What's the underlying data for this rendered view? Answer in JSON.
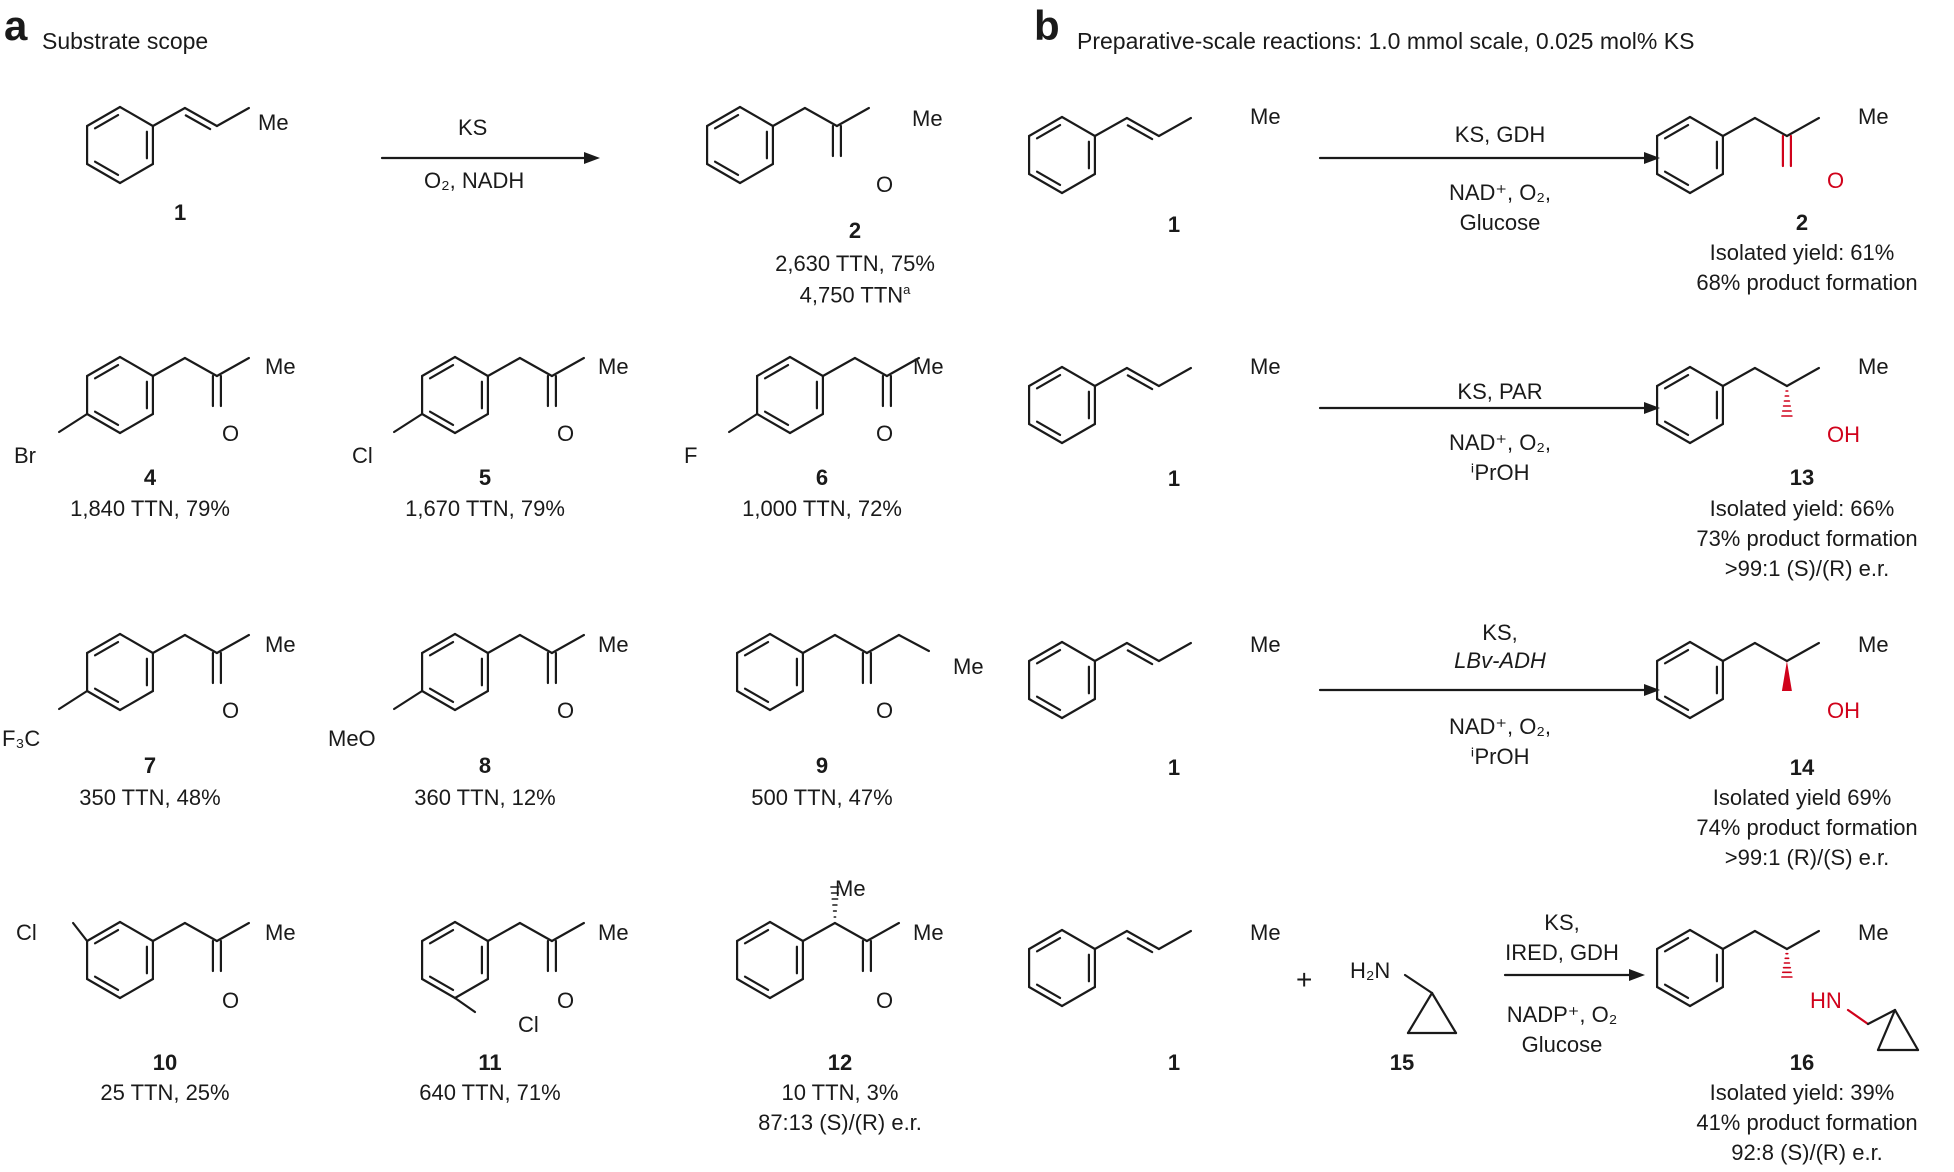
{
  "panels": {
    "a": {
      "letter": "a",
      "title": "Substrate scope"
    },
    "b": {
      "letter": "b",
      "title": "Preparative-scale reactions: 1.0 mmol scale, 0.025 mol% KS"
    }
  },
  "atoms": {
    "me": "Me",
    "o": "O",
    "oh": "OH",
    "hn": "HN",
    "h2n": "H₂N",
    "br": "Br",
    "cl": "Cl",
    "f": "F",
    "cf3": "F₃C",
    "meo": "MeO"
  },
  "scope": {
    "reaction": {
      "above": "KS",
      "below": "O₂, NADH",
      "substrate": "1",
      "product": "2"
    },
    "product2_lines": [
      "2,630 TTN, 75%",
      "4,750 TTN"
    ],
    "product2_note": "a",
    "compounds": [
      {
        "id": "4",
        "result": "1,840 TTN, 79%"
      },
      {
        "id": "5",
        "result": "1,670 TTN, 79%"
      },
      {
        "id": "6",
        "result": "1,000 TTN, 72%"
      },
      {
        "id": "7",
        "result": "350 TTN, 48%"
      },
      {
        "id": "8",
        "result": "360 TTN, 12%"
      },
      {
        "id": "9",
        "result": "500 TTN, 47%"
      },
      {
        "id": "10",
        "result": "25 TTN, 25%"
      },
      {
        "id": "11",
        "result": "640 TTN, 71%"
      },
      {
        "id": "12",
        "result": "10 TTN, 3%",
        "er": "87:13 (S)/(R) e.r."
      }
    ]
  },
  "prep": [
    {
      "substrate": "1",
      "above": [
        "KS, GDH"
      ],
      "below": [
        "NAD⁺, O₂,",
        "Glucose"
      ],
      "product": "2",
      "results": [
        "Isolated yield: 61%",
        "68% product formation"
      ]
    },
    {
      "substrate": "1",
      "above": [
        "KS, PAR"
      ],
      "below": [
        "NAD⁺, O₂,",
        "ⁱPrOH"
      ],
      "product": "13",
      "results": [
        "Isolated yield: 66%",
        "73% product formation",
        ">99:1 (S)/(R) e.r."
      ]
    },
    {
      "substrate": "1",
      "above": [
        "KS,",
        "LBv-ADH"
      ],
      "below": [
        "NAD⁺, O₂,",
        "ⁱPrOH"
      ],
      "product": "14",
      "results": [
        "Isolated yield 69%",
        "74% product formation",
        ">99:1 (R)/(S) e.r."
      ]
    },
    {
      "substrate": "1",
      "plus": "+",
      "amine": "15",
      "above": [
        "KS,",
        "IRED, GDH"
      ],
      "below": [
        "NADP⁺, O₂",
        "Glucose"
      ],
      "product": "16",
      "results": [
        "Isolated yield: 39%",
        "41% product formation",
        "92:8 (S)/(R) e.r."
      ]
    }
  ],
  "colors": {
    "ink": "#1a1a1a",
    "accent_red": "#d0021b"
  }
}
